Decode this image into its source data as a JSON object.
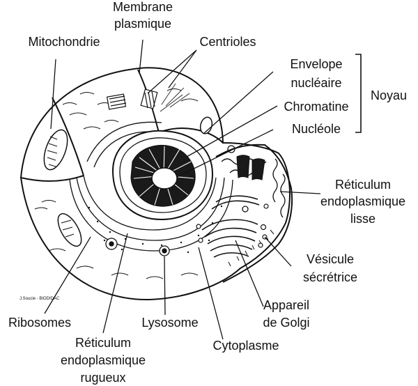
{
  "labels": {
    "membrane": [
      "Membrane",
      "plasmique"
    ],
    "mitochondrie": "Mitochondrie",
    "centrioles": "Centrioles",
    "enveloppe": [
      "Envelope",
      "nucléaire"
    ],
    "chromatine": "Chromatine",
    "nucleole": "Nucléole",
    "noyau": "Noyau",
    "rel": [
      "Réticulum",
      "endoplasmique",
      "lisse"
    ],
    "vesicule": [
      "Vésicule",
      "sécrétrice"
    ],
    "golgi": [
      "Appareil",
      "de Golgi"
    ],
    "cytoplasme": "Cytoplasme",
    "lysosome": "Lysosome",
    "ribosomes": "Ribosomes",
    "rer": [
      "Réticulum",
      "endoplasmique",
      "rugueux"
    ]
  },
  "credit": "J.Soucie - BIODIDAC",
  "colors": {
    "ink": "#111111",
    "background": "#ffffff"
  }
}
